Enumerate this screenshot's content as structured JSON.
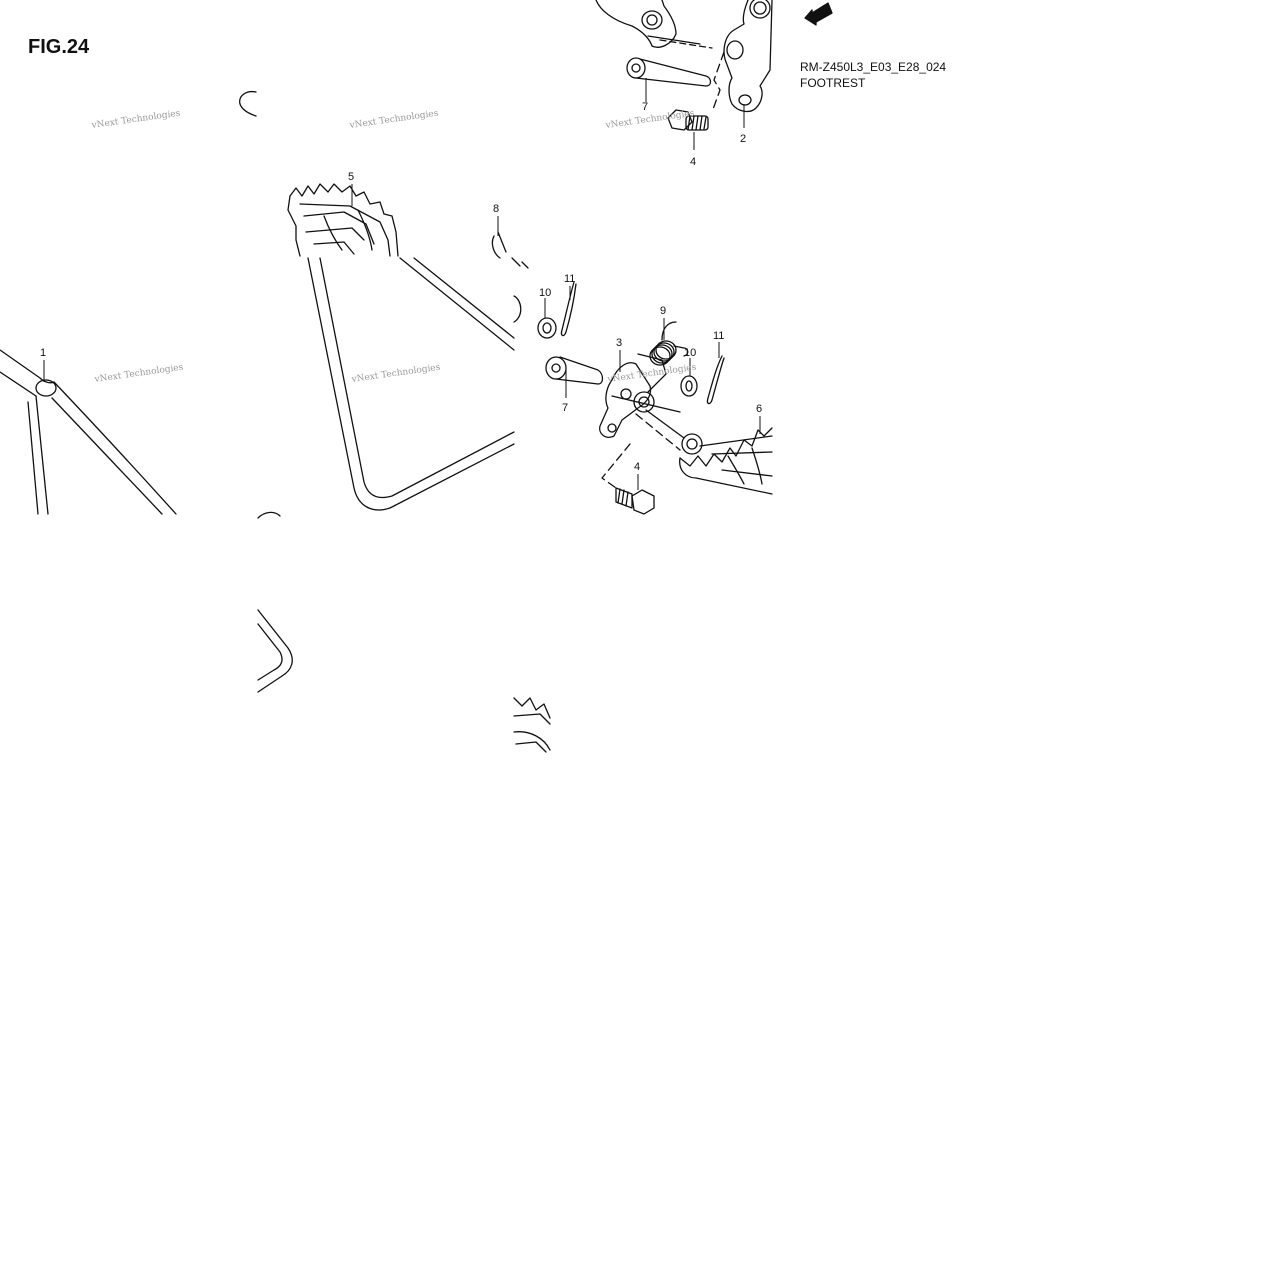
{
  "figure": {
    "title": "FIG.24",
    "code": "RM-Z450L3_E03_E28_024",
    "name": "FOOTREST",
    "direction_badge": "FWD"
  },
  "watermark_text": "vNext Technologies",
  "callouts": [
    "1",
    "2",
    "3",
    "4",
    "4",
    "5",
    "6",
    "7",
    "7",
    "8",
    "9",
    "10",
    "10",
    "11",
    "11"
  ],
  "colors": {
    "line": "#111111",
    "watermark": "#9a9a9a",
    "background": "#ffffff"
  }
}
